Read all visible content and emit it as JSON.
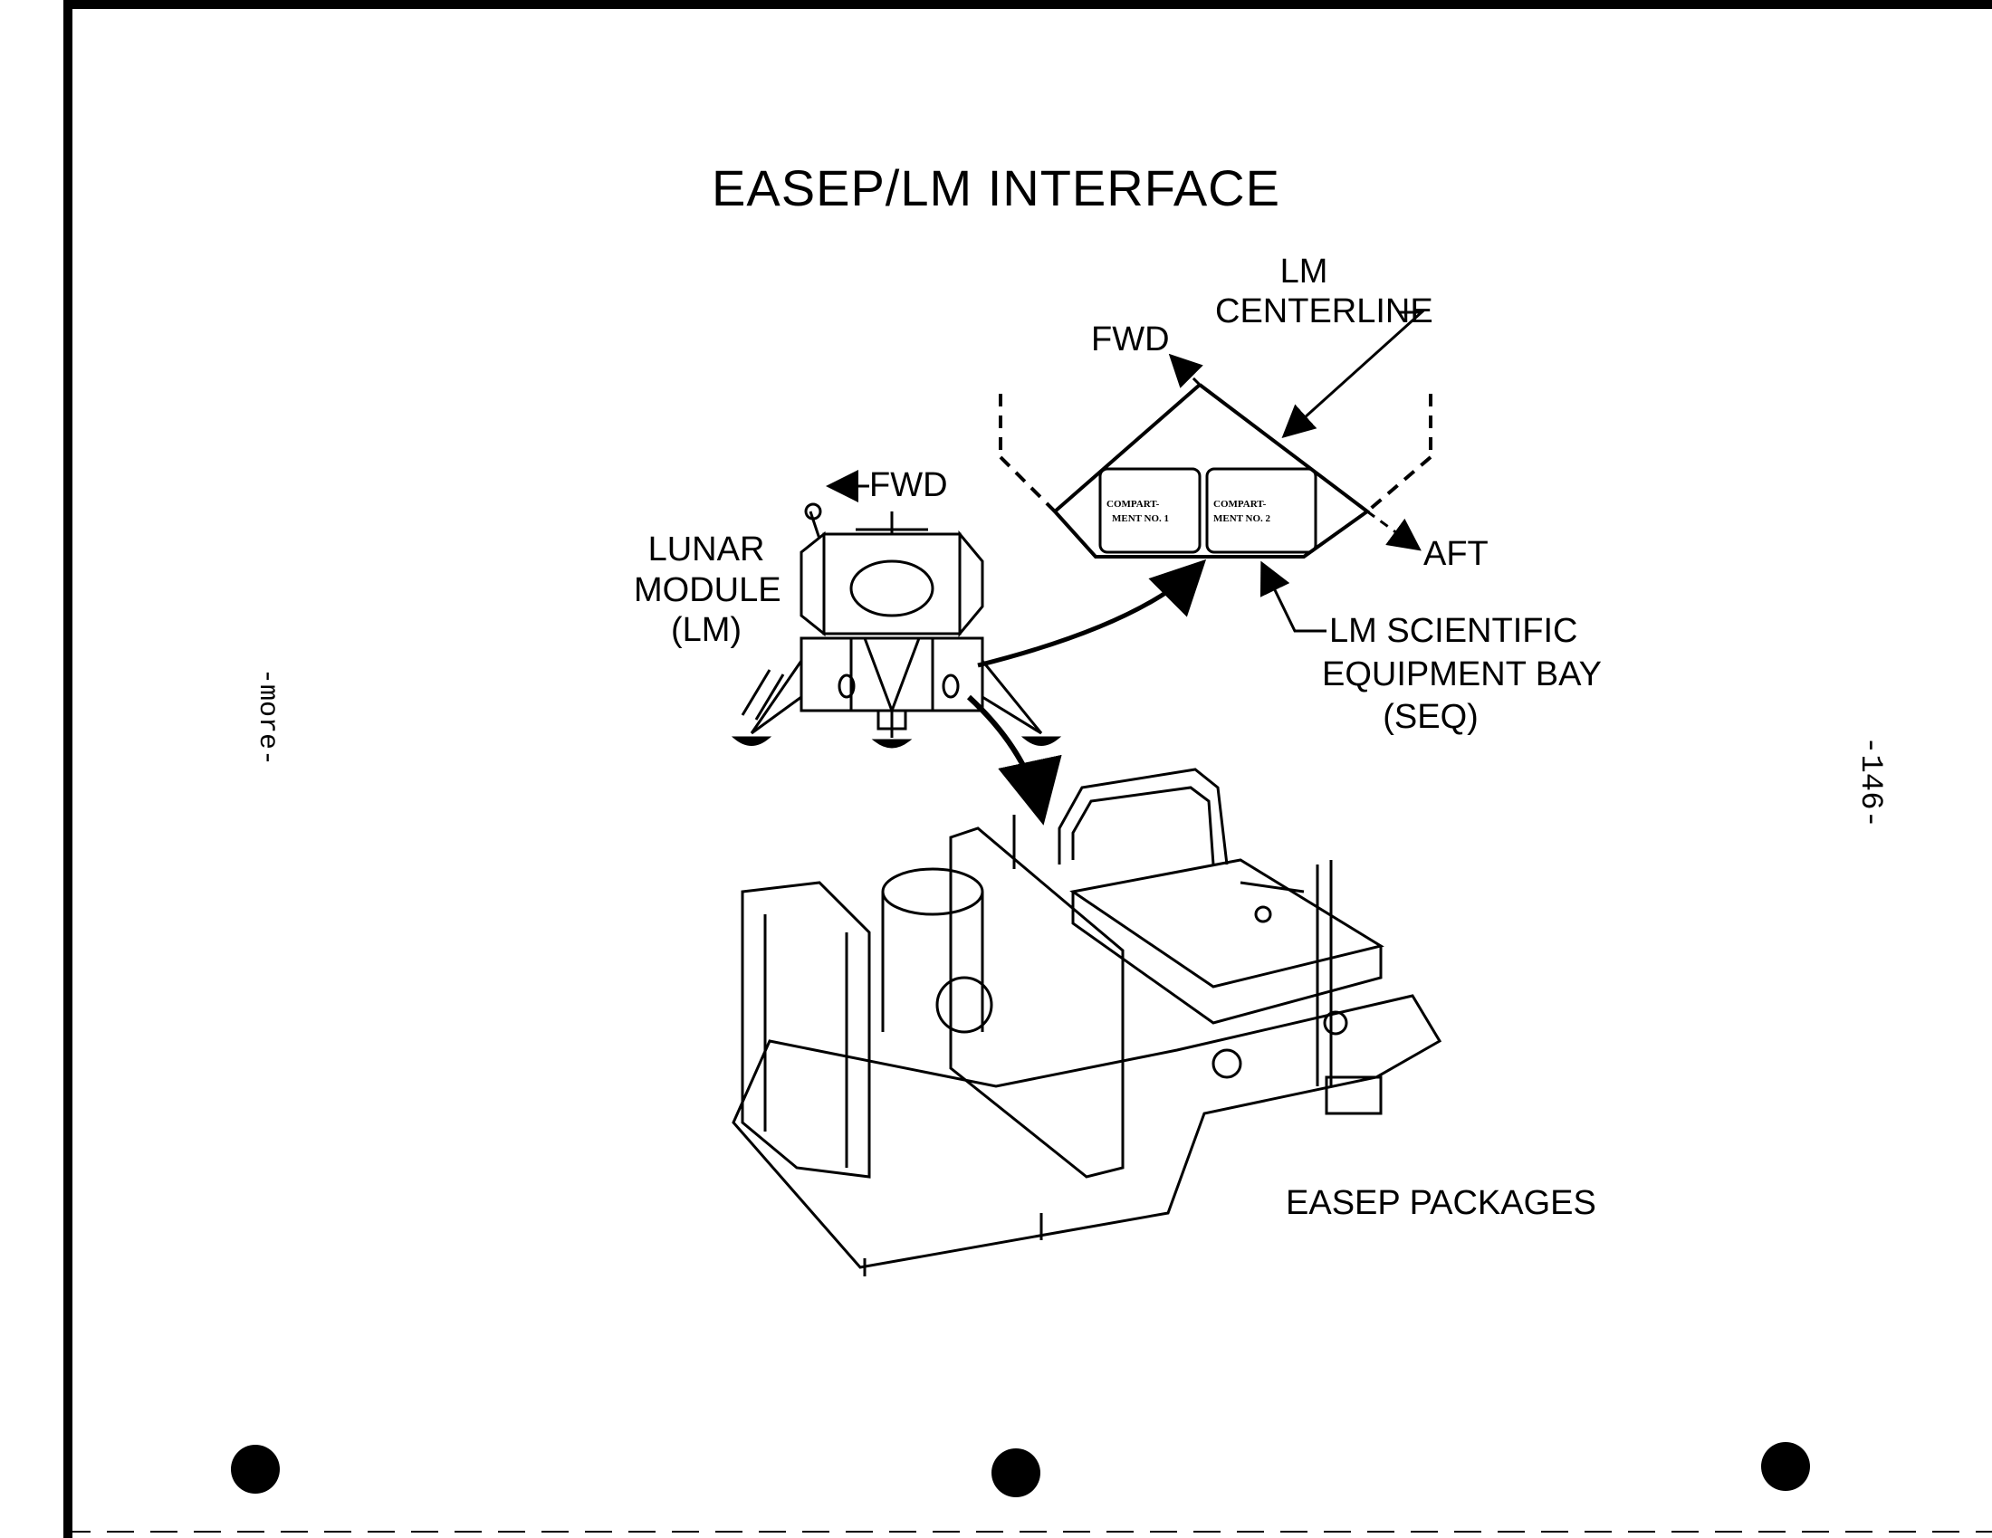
{
  "title": "EASEP/LM INTERFACE",
  "labels": {
    "lm_centerline_line1": "LM",
    "lm_centerline_line2": "CENTERLINE",
    "fwd_top": "FWD",
    "fwd_lm": "FWD",
    "aft": "AFT",
    "lunar_module_line1": "LUNAR",
    "lunar_module_line2": "MODULE",
    "lunar_module_line3": "(LM)",
    "seq_line1": "LM SCIENTIFIC",
    "seq_line2": "EQUIPMENT BAY",
    "seq_line3": "(SEQ)",
    "compartment_1_line1": "COMPART-",
    "compartment_1_line2": "MENT NO. 1",
    "compartment_2_line1": "COMPART-",
    "compartment_2_line2": "MENT NO. 2",
    "easep_packages": "EASEP PACKAGES"
  },
  "margin_notes": {
    "left": "-more-",
    "right": "-146-"
  },
  "colors": {
    "ink": "#000000",
    "paper": "#ffffff"
  }
}
